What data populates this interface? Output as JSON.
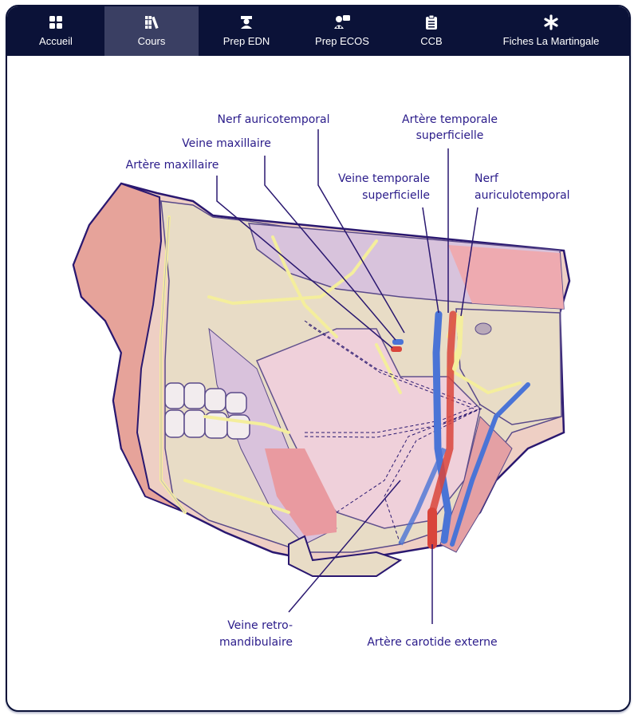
{
  "nav": {
    "items": [
      {
        "label": "Accueil",
        "icon": "grid-icon",
        "active": false
      },
      {
        "label": "Cours",
        "icon": "books-icon",
        "active": true
      },
      {
        "label": "Prep EDN",
        "icon": "graduate-icon",
        "active": false
      },
      {
        "label": "Prep ECOS",
        "icon": "doctor-chat-icon",
        "active": false
      },
      {
        "label": "CCB",
        "icon": "clipboard-icon",
        "active": false
      },
      {
        "label": "Fiches La Martingale",
        "icon": "asterisk-icon",
        "active": false
      }
    ]
  },
  "colors": {
    "nav_bg": "#0b1238",
    "nav_active": "#3a3f63",
    "label_text": "#2a1b8a",
    "leader_line": "#2a1870",
    "artery": "#d9453b",
    "vein": "#4a74d6",
    "nerf": "#f4ee9c"
  },
  "diagram": {
    "labels": {
      "nerf_auricotemporal": "Nerf auricotemporal",
      "veine_maxillaire": "Veine maxillaire",
      "artere_maxillaire": "Artère maxillaire",
      "artere_temporale_1": "Artère temporale",
      "artere_temporale_2": "superficielle",
      "veine_temporale_1": "Veine temporale",
      "veine_temporale_2": "superficielle",
      "nerf_auriculo_1": "Nerf",
      "nerf_auriculo_2": "auriculotemporal",
      "veine_retro_1": "Veine retro-",
      "veine_retro_2": "mandibulaire",
      "carotide_externe": "Artère carotide externe"
    }
  }
}
